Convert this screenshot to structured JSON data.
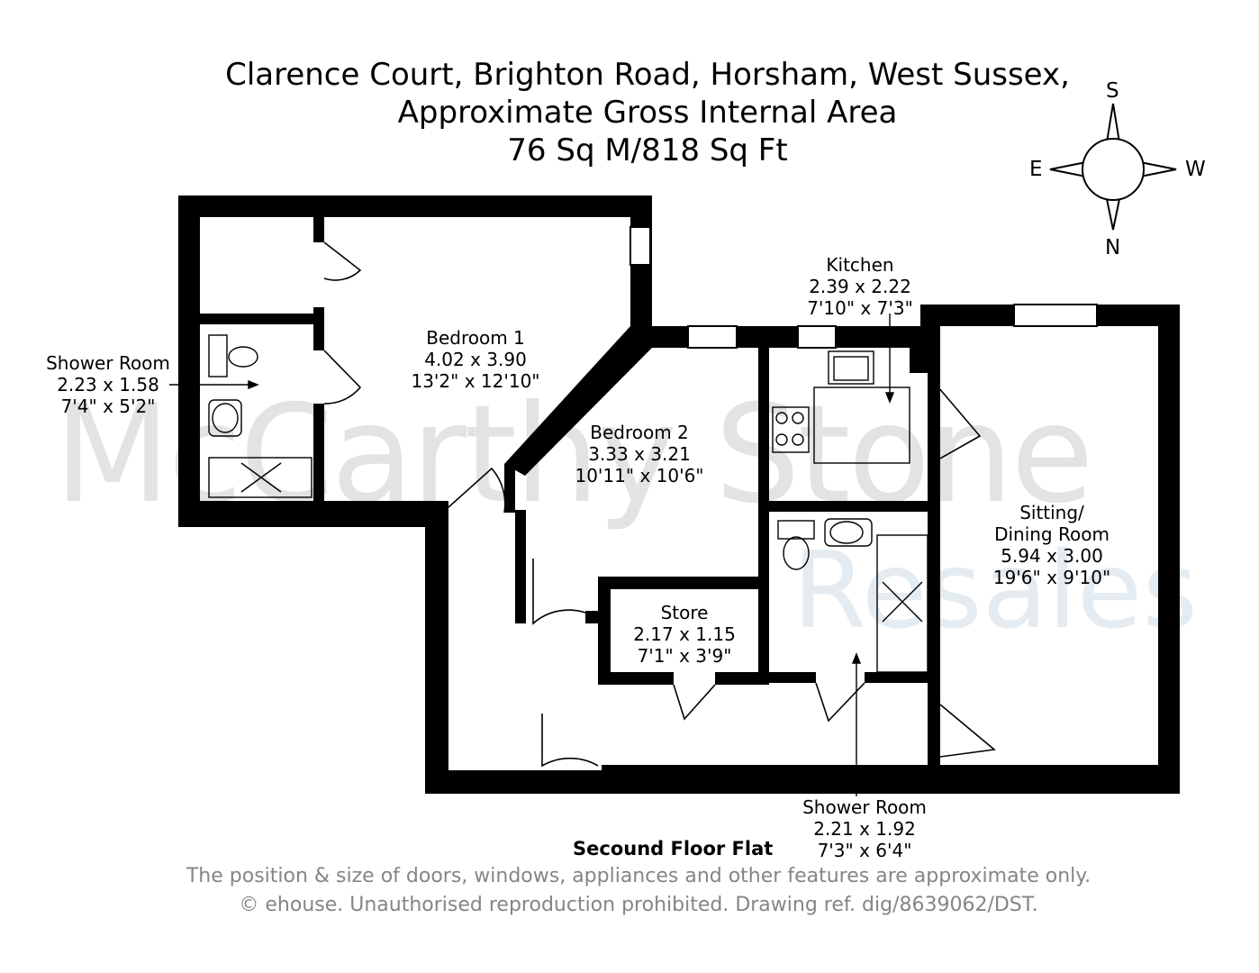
{
  "header": {
    "line1": "Clarence Court, Brighton Road, Horsham, West Sussex,",
    "line2": "Approximate Gross Internal Area",
    "line3": "76 Sq M/818 Sq Ft"
  },
  "compass": {
    "n": "N",
    "s": "S",
    "e": "E",
    "w": "W"
  },
  "watermark": {
    "line1": "McCarthy Stone",
    "line2": "Resales"
  },
  "rooms": {
    "shower1": {
      "name": "Shower Room",
      "metric": "2.23 x 1.58",
      "imperial": "7'4\" x 5'2\""
    },
    "bedroom1": {
      "name": "Bedroom 1",
      "metric": "4.02 x 3.90",
      "imperial": "13'2\" x 12'10\""
    },
    "bedroom2": {
      "name": "Bedroom 2",
      "metric": "3.33 x 3.21",
      "imperial": "10'11\" x 10'6\""
    },
    "kitchen": {
      "name": "Kitchen",
      "metric": "2.39 x 2.22",
      "imperial": "7'10\" x 7'3\""
    },
    "sitting": {
      "name1": "Sitting/",
      "name2": "Dining Room",
      "metric": "5.94 x 3.00",
      "imperial": "19'6\" x 9'10\""
    },
    "store": {
      "name": "Store",
      "metric": "2.17 x 1.15",
      "imperial": "7'1\" x 3'9\""
    },
    "shower2": {
      "name": "Shower Room",
      "metric": "2.21 x 1.92",
      "imperial": "7'3\" x 6'4\""
    }
  },
  "floor_label": "Secound Floor Flat",
  "disclaimer": {
    "line1": "The position & size of doors, windows, appliances and other features are approximate only.",
    "line2": "© ehouse. Unauthorised reproduction prohibited. Drawing ref. dig/8639062/DST."
  }
}
